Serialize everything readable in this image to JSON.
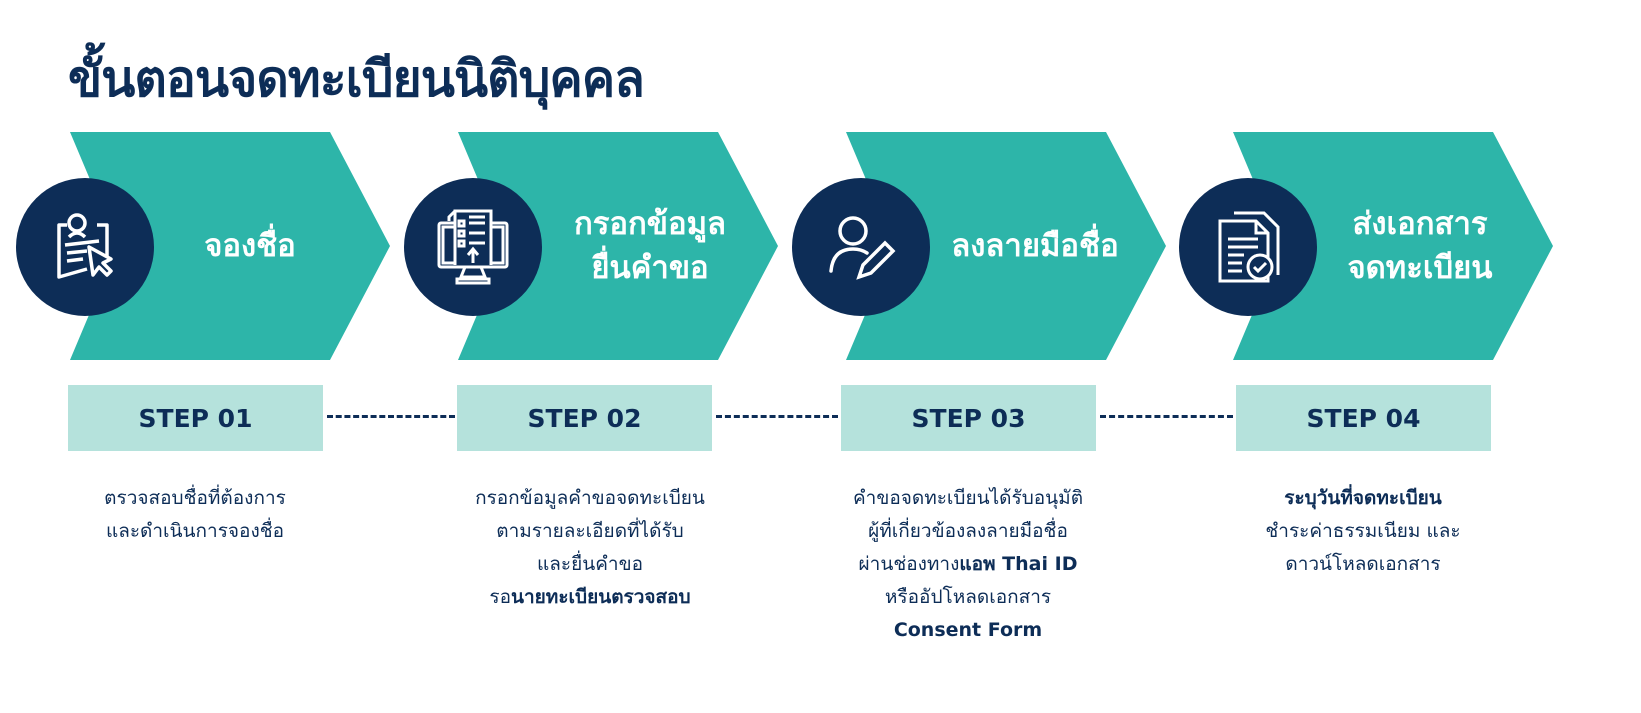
{
  "title": "ขั้นตอนจดทะเบียนนิติบุคคล",
  "colors": {
    "teal": "#2db5a9",
    "navy": "#0d2d57",
    "step_box": "#b5e2dc"
  },
  "steps": [
    {
      "icon": "user-form-cursor-icon",
      "label_lines": [
        "จองชื่อ"
      ],
      "step": "STEP 01",
      "desc": [
        [
          {
            "t": "ตรวจสอบชื่อที่ต้องการ",
            "b": false
          }
        ],
        [
          {
            "t": "และดำเนินการจองชื่อ",
            "b": false
          }
        ]
      ]
    },
    {
      "icon": "monitor-document-upload-icon",
      "label_lines": [
        "กรอกข้อมูล",
        "ยื่นคำขอ"
      ],
      "step": "STEP 02",
      "desc": [
        [
          {
            "t": "กรอกข้อมูลคำขอจดทะเบียน",
            "b": false
          }
        ],
        [
          {
            "t": "ตามรายละเอียดที่ได้รับ",
            "b": false
          }
        ],
        [
          {
            "t": "และยื่นคำขอ",
            "b": false
          }
        ],
        [
          {
            "t": "รอ",
            "b": false
          },
          {
            "t": "นายทะเบียนตรวจสอบ",
            "b": true
          }
        ]
      ]
    },
    {
      "icon": "user-pen-icon",
      "label_lines": [
        "ลงลายมือชื่อ"
      ],
      "step": "STEP 03",
      "desc": [
        [
          {
            "t": "คำขอจดทะเบียนได้รับอนุมัติ",
            "b": false
          }
        ],
        [
          {
            "t": "ผู้ที่เกี่ยวข้องลงลายมือชื่อ",
            "b": false
          }
        ],
        [
          {
            "t": "ผ่านช่องทาง",
            "b": false
          },
          {
            "t": "แอพ Thai ID",
            "b": true
          }
        ],
        [
          {
            "t": "หรืออัปโหลดเอกสาร",
            "b": false
          }
        ],
        [
          {
            "t": "Consent Form",
            "b": true
          }
        ]
      ]
    },
    {
      "icon": "documents-check-icon",
      "label_lines": [
        "ส่งเอกสาร",
        "จดทะเบียน"
      ],
      "step": "STEP 04",
      "desc": [
        [
          {
            "t": "ระบุวันที่จดทะเบียน",
            "b": true
          }
        ],
        [
          {
            "t": "ชำระค่าธรรมเนียม และ",
            "b": false
          }
        ],
        [
          {
            "t": "ดาวน์โหลดเอกสาร",
            "b": false
          }
        ]
      ]
    }
  ]
}
